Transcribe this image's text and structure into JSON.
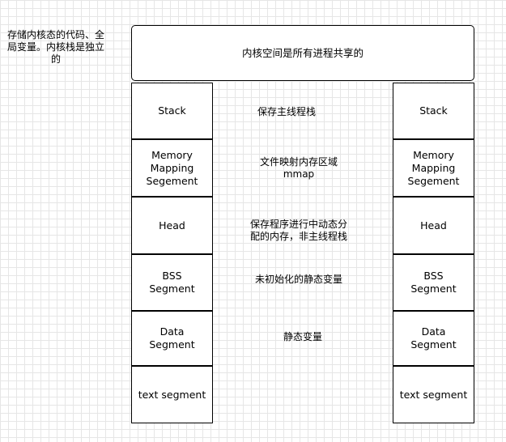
{
  "note": "存储内核态的代码、全局变量。内核栈是独立的",
  "kernel_space": "内核空间是所有进程共享的",
  "left_segments": [
    "Stack",
    "Memory\nMapping\nSegement",
    "Head",
    "BSS\nSegment",
    "Data\nSegment",
    "text segment"
  ],
  "right_segments": [
    "Stack",
    "Memory\nMapping\nSegement",
    "Head",
    "BSS\nSegment",
    "Data\nSegment",
    "text segment"
  ],
  "descriptions": [
    "保存主线程栈",
    "文件映射内存区域\nmmap",
    "保存程序进行中动态分配的内存，非主线程栈",
    "未初始化的静态变量",
    "静态变量"
  ]
}
